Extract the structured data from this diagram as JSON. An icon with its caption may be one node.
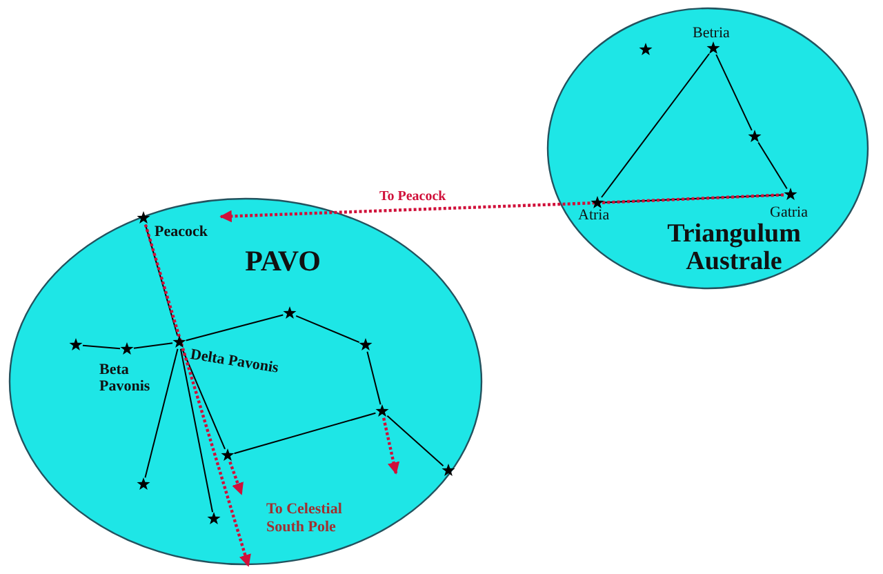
{
  "diagram": {
    "nodes": [
      {
        "text": [
          "PAVO"
        ]
      },
      {
        "text": [
          "Peacock"
        ],
        "in": 0
      },
      {
        "text": [],
        "shape": "star",
        "in": 0
      },
      {
        "text": [
          "Beta Pavonis"
        ],
        "in": 0
      },
      {
        "text": [
          "Delta Pavonis"
        ],
        "in": 0
      },
      {
        "text": [],
        "shape": "star",
        "in": 0
      },
      {
        "text": [],
        "shape": "star",
        "in": 0
      },
      {
        "text": [],
        "shape": "star",
        "in": 0
      },
      {
        "text": [],
        "shape": "star",
        "in": 0
      },
      {
        "text": [],
        "shape": "star",
        "in": 0
      },
      {
        "text": [],
        "shape": "star",
        "in": 0
      },
      {
        "text": [],
        "shape": "star",
        "in": 0
      },
      {
        "text": [
          "Triangulum Australe"
        ]
      },
      {
        "text": [],
        "shape": "star",
        "in": 12
      },
      {
        "text": [
          "Betria"
        ],
        "in": 12
      },
      {
        "text": [],
        "shape": "star",
        "in": 12
      },
      {
        "text": [
          "Atria"
        ],
        "in": 12
      },
      {
        "text": [
          "Gatria"
        ],
        "in": 12
      }
    ],
    "edges": [
      {
        "from": 1,
        "to": 4,
        "arrow": "none"
      },
      {
        "from": 2,
        "to": 3,
        "arrow": "none"
      },
      {
        "from": 3,
        "to": 4,
        "arrow": "none"
      },
      {
        "from": 4,
        "to": 5,
        "arrow": "none"
      },
      {
        "from": 5,
        "to": 6,
        "arrow": "none"
      },
      {
        "from": 6,
        "to": 7,
        "arrow": "none"
      },
      {
        "from": 7,
        "to": 8,
        "arrow": "none"
      },
      {
        "from": 8,
        "to": 4,
        "arrow": "none"
      },
      {
        "from": 7,
        "to": 9,
        "arrow": "none"
      },
      {
        "from": 4,
        "to": 10,
        "arrow": "none"
      },
      {
        "from": 4,
        "to": 11,
        "arrow": "none"
      },
      {
        "from": 1,
        "to": null,
        "arrow": "to",
        "style": "dashed",
        "color": "#d0103a"
      },
      {
        "from": 8,
        "to": null,
        "arrow": "to",
        "style": "dashed",
        "color": "#d0103a"
      },
      {
        "from": 7,
        "to": null,
        "arrow": "to",
        "style": "dashed",
        "color": "#d0103a"
      },
      {
        "from": 16,
        "to": 14,
        "arrow": "none"
      },
      {
        "from": 14,
        "to": 15,
        "arrow": "none"
      },
      {
        "from": 15,
        "to": 17,
        "arrow": "none"
      },
      {
        "from": 16,
        "to": 17,
        "arrow": "none"
      },
      {
        "from": 17,
        "to": 1,
        "arrow": "to",
        "label": "To Peacock",
        "style": "dashed",
        "color": "#d0103a"
      }
    ],
    "labels": [
      "To Celestial South Pole"
    ]
  }
}
